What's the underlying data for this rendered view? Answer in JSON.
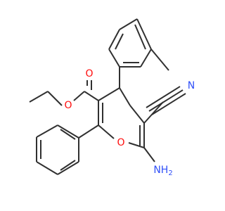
{
  "structure": {
    "atoms": [
      {
        "id": "O_carbonyl",
        "label": "O",
        "color": "#ff0d0d"
      },
      {
        "id": "O_ester",
        "label": "O",
        "color": "#ff0d0d"
      },
      {
        "id": "O_ring",
        "label": "O",
        "color": "#ff0d0d"
      },
      {
        "id": "N_nitrile",
        "label": "N",
        "color": "#3050f8"
      },
      {
        "id": "NH2",
        "label": "NH",
        "sub": "2",
        "color": "#3050f8"
      }
    ],
    "bond_color": "#303030"
  }
}
